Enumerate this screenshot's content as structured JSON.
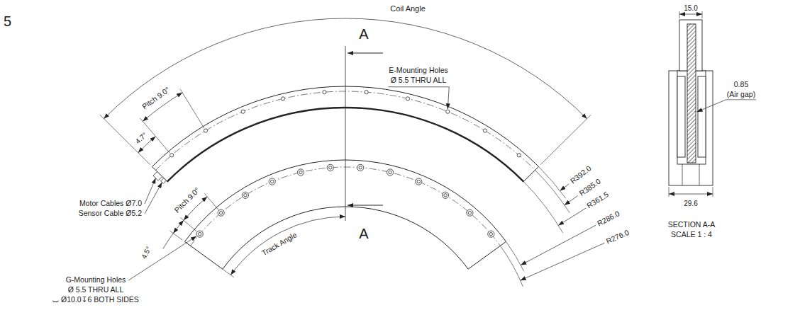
{
  "diagram": {
    "labels": [
      "5",
      "Coil Angle",
      "A",
      "E-Mounting Holes",
      "Ø 5.5 THRU ALL",
      "Pitch 9.0°",
      "4.7°",
      "A",
      "R392.0",
      "R385.0",
      "R361.5",
      "R286.0",
      "R276.0",
      "Motor Cables Ø7.0",
      "Sensor Cable Ø5.2",
      "Pitch 9.0°",
      "Track Angle",
      "4.5°",
      "G-Mounting Holes",
      "Ø 5.5 THRU ALL",
      "⌴ Ø10.0↧6 BOTH SIDES",
      "15.0",
      "0.85",
      "(Air gap)",
      "29.6",
      "SECTION A-A",
      "SCALE 1 : 4"
    ]
  }
}
